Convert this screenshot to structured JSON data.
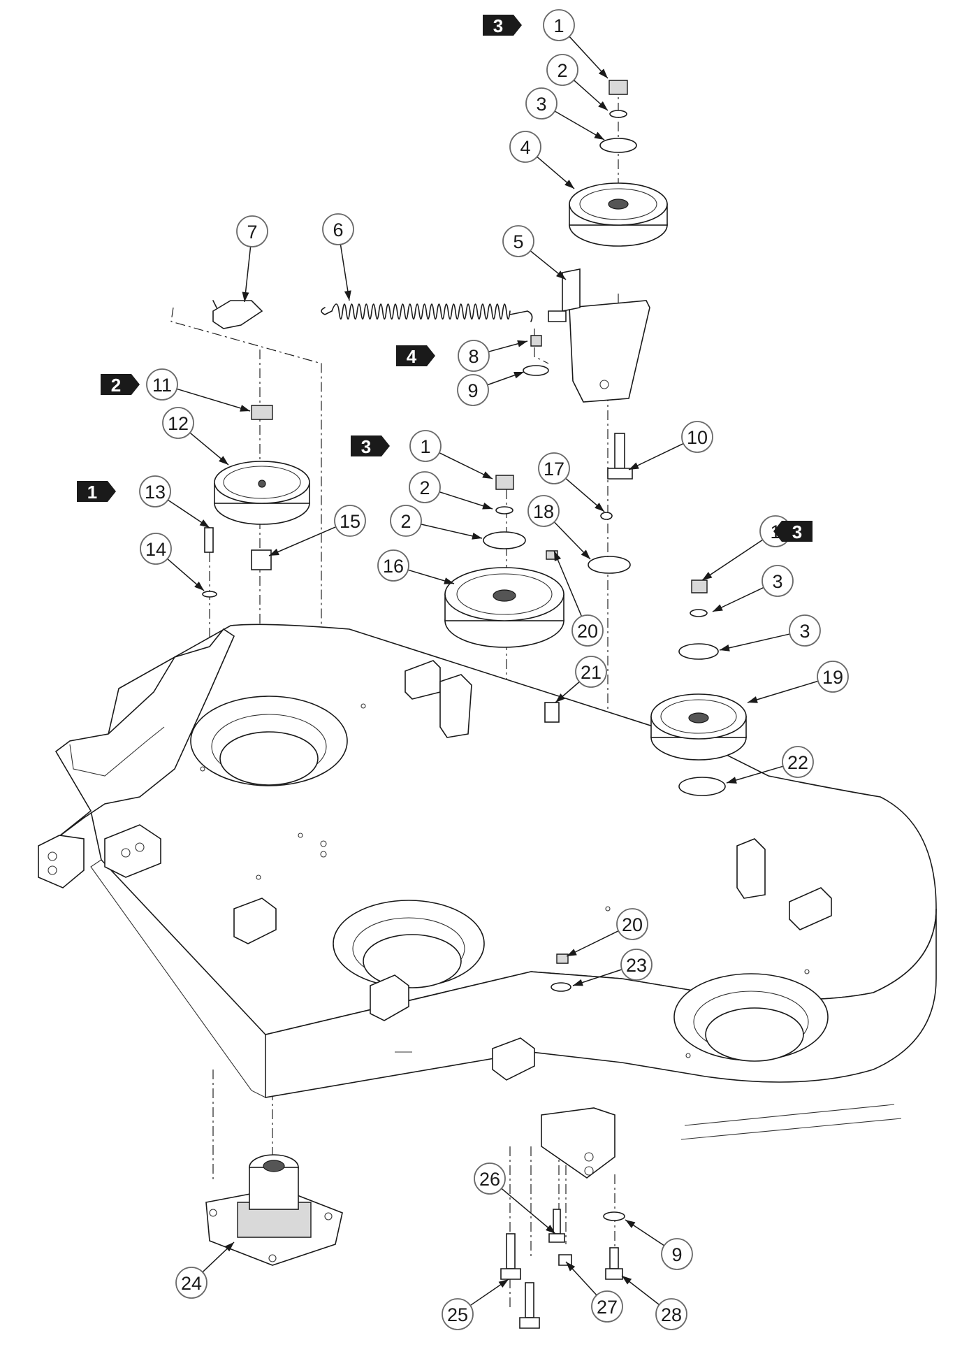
{
  "callouts": [
    {
      "label": "1"
    },
    {
      "label": "2"
    },
    {
      "label": "3"
    },
    {
      "label": "4"
    },
    {
      "label": "5"
    },
    {
      "label": "7"
    },
    {
      "label": "6"
    },
    {
      "label": "8"
    },
    {
      "label": "9"
    },
    {
      "label": "11"
    },
    {
      "label": "12"
    },
    {
      "label": "10"
    },
    {
      "label": "1"
    },
    {
      "label": "17"
    },
    {
      "label": "13"
    },
    {
      "label": "2"
    },
    {
      "label": "18"
    },
    {
      "label": "1"
    },
    {
      "label": "3"
    },
    {
      "label": "15"
    },
    {
      "label": "14"
    },
    {
      "label": "2"
    },
    {
      "label": "16"
    },
    {
      "label": "3"
    },
    {
      "label": "20"
    },
    {
      "label": "21"
    },
    {
      "label": "19"
    },
    {
      "label": "22"
    },
    {
      "label": "20"
    },
    {
      "label": "23"
    },
    {
      "label": "26"
    },
    {
      "label": "9"
    },
    {
      "label": "24"
    },
    {
      "label": "27"
    },
    {
      "label": "25"
    },
    {
      "label": "28"
    }
  ],
  "flags": [
    {
      "label": "3"
    },
    {
      "label": "4"
    },
    {
      "label": "2"
    },
    {
      "label": "3"
    },
    {
      "label": "1"
    },
    {
      "label": "3"
    }
  ],
  "colors": {
    "ink": "#1a1a1a",
    "callout_ring": "#6a6a6a",
    "flag": "#1a1a1a"
  }
}
